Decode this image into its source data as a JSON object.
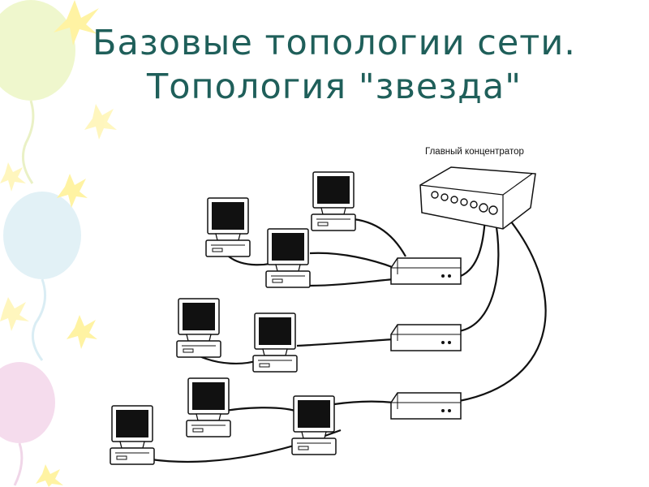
{
  "slide": {
    "title_line1": "Базовые топологии сети.",
    "title_line2": "Топология \"звезда\""
  },
  "diagram": {
    "main_hub_label": "Главный концентратор",
    "computers_per_group": [
      3,
      2,
      3
    ],
    "secondary_hubs": 3
  },
  "colors": {
    "title": "#1f5f5a",
    "line": "#111111",
    "screen": "#111111",
    "balloon_green": "#eef7c8",
    "balloon_blue": "#dff0f6",
    "balloon_pink": "#f4d9ec",
    "star_yellow": "#fff29a"
  }
}
